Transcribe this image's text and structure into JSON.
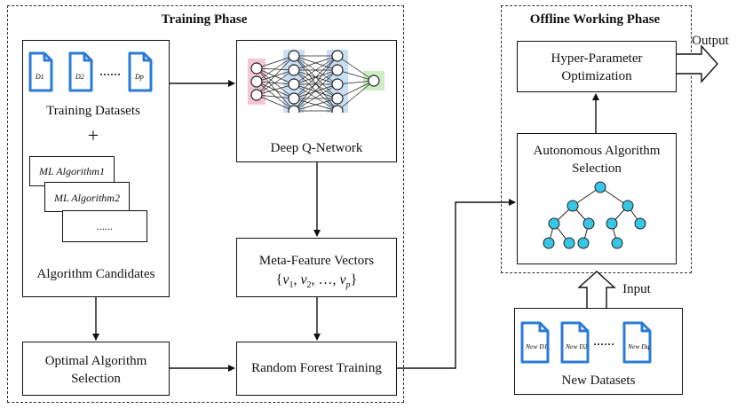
{
  "training_phase": {
    "title": "Training Phase",
    "dataset_icons": [
      "D1",
      "D2",
      "Dp"
    ],
    "dataset_ellipsis": "······",
    "training_datasets_label": "Training Datasets",
    "plus": "+",
    "algo_cards": [
      "ML Algorithm1",
      "ML Algorithm2",
      "......"
    ],
    "algo_candidates_label": "Algorithm Candidates",
    "dqn_label": "Deep Q-Network",
    "meta_feature_label": "Meta-Feature Vectors",
    "meta_feature_formula": "{v1, v2, ..., vp}",
    "optimal_selection_label_1": "Optimal Algorithm",
    "optimal_selection_label_2": "Selection",
    "random_forest_label": "Random Forest Training"
  },
  "offline_phase": {
    "title": "Offline Working Phase",
    "hpo_label_1": "Hyper-Parameter",
    "hpo_label_2": "Optimization",
    "aas_label_1": "Autonomous Algorithm",
    "aas_label_2": "Selection",
    "output_label": "Output"
  },
  "new_data": {
    "input_label": "Input",
    "dataset_icons": [
      "New D1",
      "New D2",
      "New Dq"
    ],
    "dataset_ellipsis": "······",
    "label": "New Datasets"
  },
  "colors": {
    "doc_icon": "#2b7bd6",
    "nn_input": "#f4c7d3",
    "nn_hidden": "#c9dff5",
    "nn_output": "#cdeec4",
    "tree_node": "#38c6e6"
  }
}
